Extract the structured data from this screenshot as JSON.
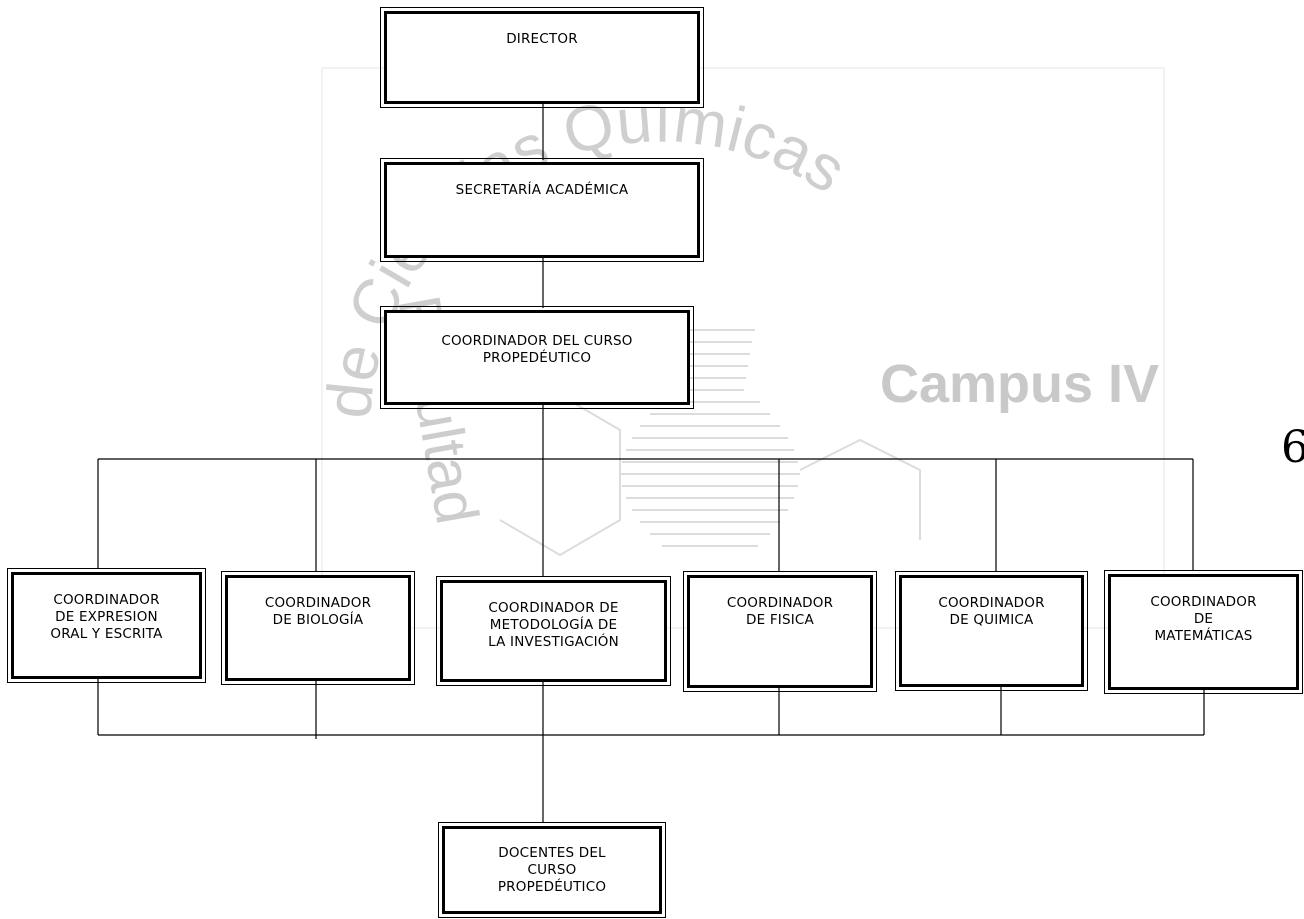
{
  "watermark": {
    "arc_text": "de Ciencias Químicas",
    "campus_text": "Campus IV",
    "left_text": "Facultad"
  },
  "page_number": "6",
  "org_chart": {
    "director": "DIRECTOR",
    "secretaria": "SECRETARÍA ACADÉMICA",
    "coordinador_curso": "COORDINADOR DEL CURSO\nPROPEDÉUTICO",
    "coordinators": [
      "COORDINADOR\nDE EXPRESION\nORAL Y ESCRITA",
      "COORDINADOR\nDE BIOLOGÍA",
      "COORDINADOR DE\nMETODOLOGÍA DE\nLA INVESTIGACIÓN",
      "COORDINADOR\nDE FISICA",
      "COORDINADOR\nDE QUIMICA",
      "COORDINADOR\nDE\nMATEMÁTICAS"
    ],
    "docentes": "DOCENTES DEL\nCURSO\nPROPEDÉUTICO"
  }
}
